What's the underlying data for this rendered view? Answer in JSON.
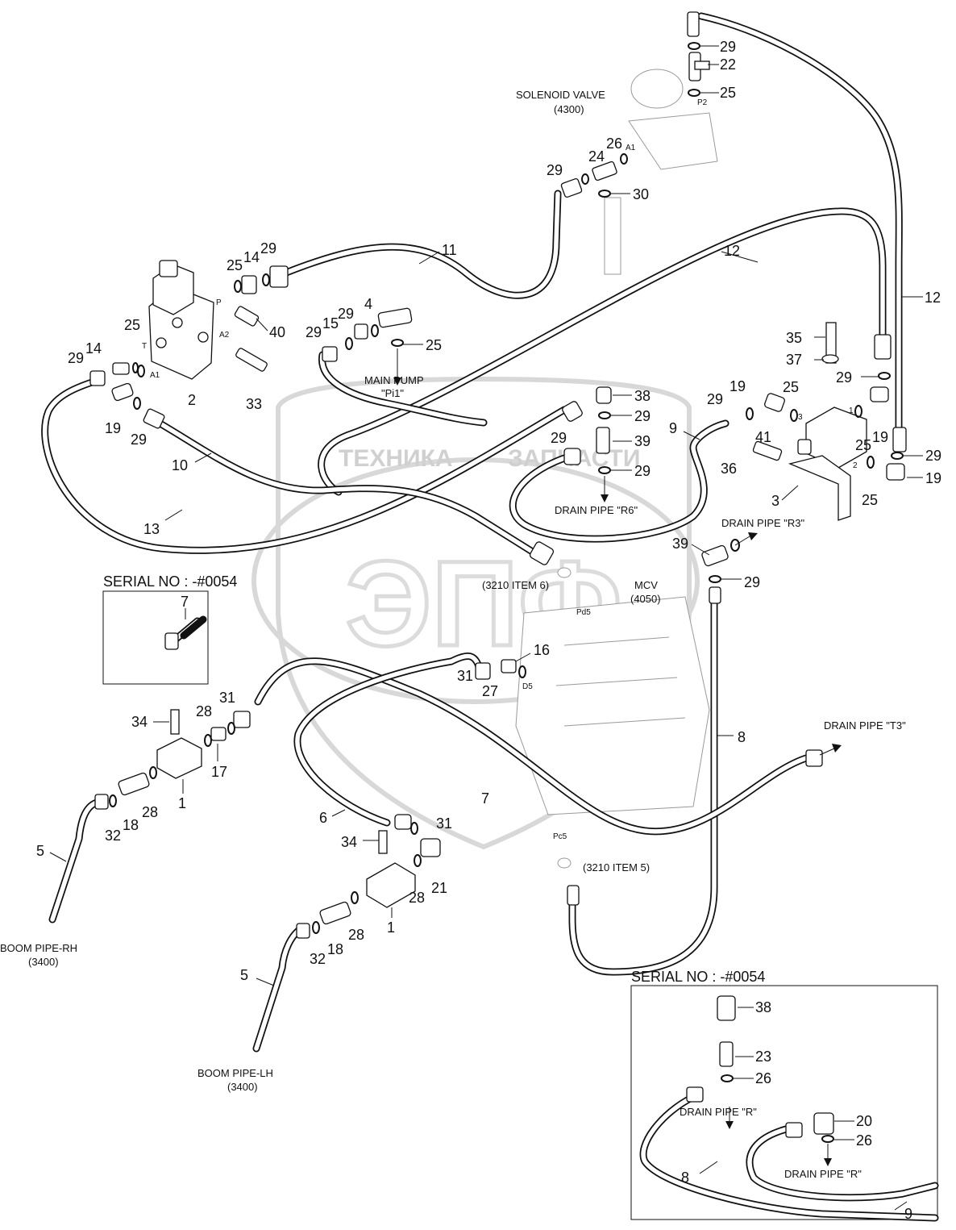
{
  "watermark": {
    "text_left": "ТЕХНИКА",
    "text_right": "ЗАПЧАСТИ",
    "logo": "ЭПФ"
  },
  "insets": {
    "top_left_title": "SERIAL NO : -#0054",
    "bottom_right_title": "SERIAL NO : -#0054"
  },
  "labels": {
    "solenoid_valve": "SOLENOID VALVE",
    "solenoid_valve_ref": "(4300)",
    "main_pump": "MAIN PUMP",
    "main_pump_port": "\"Pi1\"",
    "drain_r6": "DRAIN PIPE \"R6\"",
    "drain_r3": "DRAIN PIPE \"R3\"",
    "drain_t3": "DRAIN PIPE \"T3\"",
    "item6": "(3210 ITEM 6)",
    "item5": "(3210 ITEM 5)",
    "mcv": "MCV",
    "mcv_ref": "(4050)",
    "boom_rh": "BOOM PIPE-RH",
    "boom_rh_ref": "(3400)",
    "boom_lh": "BOOM PIPE-LH",
    "boom_lh_ref": "(3400)",
    "drain_r_a": "DRAIN PIPE \"R\"",
    "drain_r_b": "DRAIN PIPE \"R\""
  },
  "ports": {
    "p": "P",
    "t": "T",
    "a1": "A1",
    "a2": "A2",
    "p2": "P2",
    "a1_sol": "A1",
    "pd5": "Pd5",
    "d5": "D5",
    "pc5": "Pc5",
    "p1": "1",
    "p2b": "2",
    "p3": "3"
  },
  "callouts": {
    "c29a": "29",
    "c22": "22",
    "c25a": "25",
    "c26a": "26",
    "c24": "24",
    "c29b": "29",
    "c30": "30",
    "c11": "11",
    "c12a": "12",
    "c12b": "12",
    "c25b": "25",
    "c14a": "14",
    "c29c": "29",
    "c40": "40",
    "c4": "4",
    "c29d": "29",
    "c15": "15",
    "c29e": "29",
    "c25c": "25",
    "c25d": "25",
    "c14b": "14",
    "c29f": "29",
    "c2": "2",
    "c33": "33",
    "c19a": "19",
    "c29g": "29",
    "c10": "10",
    "c13": "13",
    "c38": "38",
    "c29h": "29",
    "c9": "9",
    "c29i": "29",
    "c39a": "39",
    "c29j": "29",
    "c35": "35",
    "c37": "37",
    "c29k": "29",
    "c19b": "19",
    "c29l": "29",
    "c25e": "25",
    "c41": "41",
    "c25f": "25",
    "c19c": "19",
    "c29m": "29",
    "c36": "36",
    "c3": "3",
    "c25g": "25",
    "c19d": "19",
    "c39b": "39",
    "c29n": "29",
    "c7a": "7",
    "c16": "16",
    "c31a": "31",
    "c27": "27",
    "c8": "8",
    "c34a": "34",
    "c28a": "28",
    "c31b": "31",
    "c17": "17",
    "c1a": "1",
    "c28b": "28",
    "c18a": "18",
    "c32a": "32",
    "c5a": "5",
    "c7b": "7",
    "c6": "6",
    "c31c": "31",
    "c34b": "34",
    "c21": "21",
    "c28c": "28",
    "c28d": "28",
    "c1b": "1",
    "c18b": "18",
    "c32b": "32",
    "c5b": "5",
    "c38b": "38",
    "c23": "23",
    "c26b": "26",
    "c20": "20",
    "c26c": "26",
    "c8b": "8",
    "c9b": "9"
  }
}
